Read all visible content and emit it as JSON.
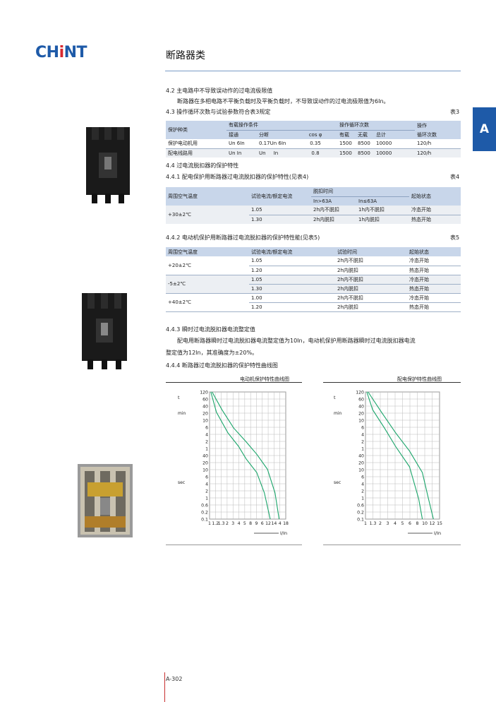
{
  "header": {
    "logo_main": "CH",
    "logo_mark": "i",
    "logo_tail": "NT",
    "title": "断路器类",
    "tab": "A"
  },
  "s42": {
    "head": "4.2  主电路中不导致误动作的过电流极限值",
    "body": "断路器在多相电路不平衡负载时及平衡负载时，不导致误动作的过电流极限值为6In。"
  },
  "s43": {
    "head": "4.3  操作循环次数与试验参数符合表3规定",
    "tag": "表3"
  },
  "t3": {
    "h1": [
      "保护种类",
      "有载操作条件",
      "操作循环次数",
      "操作"
    ],
    "h2": [
      "接通",
      "分断",
      "cos φ",
      "有载",
      "无载",
      "总计",
      "循环次数"
    ],
    "rows": [
      [
        "保护电动机用",
        "Un  6In",
        "0.17Un  6In",
        "0.35",
        "1500",
        "8500",
        "10000",
        "120/h"
      ],
      [
        "配电线路用",
        "Un  In",
        "Un",
        "In",
        "0.8",
        "1500",
        "8500",
        "10000",
        "120/h"
      ]
    ]
  },
  "s44": {
    "head": "4.4  过电流脱扣器的保护特性"
  },
  "s441": {
    "head": "4.4.1  配电保护用断路器过电流脱扣器的保护特性(见表4)",
    "tag": "表4"
  },
  "t4": {
    "h1": [
      "周围空气温度",
      "试验电流/额定电流",
      "脱扣时间",
      "起始状态"
    ],
    "h2": [
      "In>63A",
      "In≤63A"
    ],
    "temp": "+30±2℃",
    "rows": [
      [
        "1.05",
        "2h内不脱扣",
        "1h内不脱扣",
        "冷态开始"
      ],
      [
        "1.30",
        "2h内脱扣",
        "1h内脱扣",
        "热态开始"
      ]
    ]
  },
  "s442": {
    "head": "4.4.2  电动机保护用断路器过电流脱扣器的保护特性能(见表5)",
    "tag": "表5"
  },
  "t5": {
    "h": [
      "周围空气温度",
      "试验电流/额定电流",
      "试验时间",
      "起始状态"
    ],
    "groups": [
      {
        "temp": "+20±2℃",
        "rows": [
          [
            "1.05",
            "2h内不脱扣",
            "冷态开始"
          ],
          [
            "1.20",
            "2h内脱扣",
            "热态开始"
          ]
        ]
      },
      {
        "temp": "-5±2℃",
        "rows": [
          [
            "1.05",
            "2h内不脱扣",
            "冷态开始"
          ],
          [
            "1.30",
            "2h内脱扣",
            "热态开始"
          ]
        ]
      },
      {
        "temp": "+40±2℃",
        "rows": [
          [
            "1.00",
            "2h内不脱扣",
            "冷态开始"
          ],
          [
            "1.20",
            "2h内脱扣",
            "热态开始"
          ]
        ]
      }
    ]
  },
  "s443": {
    "head": "4.4.3  瞬时过电流脱扣器电流整定值",
    "body1": "配电用断路器瞬时过电流脱扣器电流整定值为10In，电动机保护用断路器瞬时过电流脱扣器电流",
    "body2": "整定值为12In，其准确度为±20%。"
  },
  "s444": {
    "head": "4.4.4  断路器过电流脱扣器的保护特性曲线图"
  },
  "chart_data": [
    {
      "type": "line",
      "title": "电动机保护特性曲线图",
      "xlabel": "I/In",
      "ylabel_top": "t",
      "ylabel_min": "min",
      "ylabel_sec": "sec",
      "y_ticks": [
        "120",
        "60",
        "40",
        "20",
        "10",
        "6",
        "4",
        "2",
        "1",
        "40",
        "20",
        "10",
        "6",
        "4",
        "2",
        "1",
        "0.6",
        "0.2",
        "0.1"
      ],
      "x_ticks": [
        "1",
        "1.2",
        "1.3",
        "2",
        "3",
        "4",
        "5",
        "8",
        "9",
        "6",
        "12",
        "14",
        "4",
        "18"
      ],
      "series": [
        {
          "x": [
            1.05,
            1.3,
            2,
            3,
            4,
            6,
            8,
            10
          ],
          "y_sec": [
            7200,
            1200,
            200,
            60,
            20,
            6,
            1,
            0.1
          ]
        },
        {
          "x": [
            1.1,
            1.6,
            2.5,
            4,
            6,
            9,
            12,
            14
          ],
          "y_sec": [
            7200,
            1500,
            300,
            90,
            30,
            8,
            1,
            0.1
          ]
        }
      ]
    },
    {
      "type": "line",
      "title": "配电保护特性曲线图",
      "xlabel": "I/In",
      "ylabel_top": "t",
      "ylabel_min": "min",
      "ylabel_sec": "sec",
      "y_ticks": [
        "120",
        "60",
        "40",
        "20",
        "10",
        "6",
        "4",
        "2",
        "1",
        "40",
        "20",
        "10",
        "6",
        "4",
        "2",
        "1",
        "0.6",
        "0.2",
        "0.1"
      ],
      "x_ticks": [
        "1",
        "1.3",
        "2",
        "3",
        "4",
        "5",
        "6",
        "8",
        "10",
        "12",
        "15"
      ],
      "series": [
        {
          "x": [
            1.05,
            1.3,
            2,
            3,
            5,
            7,
            8
          ],
          "y_sec": [
            7200,
            1500,
            300,
            60,
            10,
            0.6,
            0.1
          ]
        },
        {
          "x": [
            1.1,
            1.8,
            3,
            5,
            8,
            10,
            12
          ],
          "y_sec": [
            7200,
            1200,
            200,
            40,
            6,
            0.6,
            0.1
          ]
        }
      ]
    }
  ],
  "footer": {
    "page": "A-302"
  }
}
